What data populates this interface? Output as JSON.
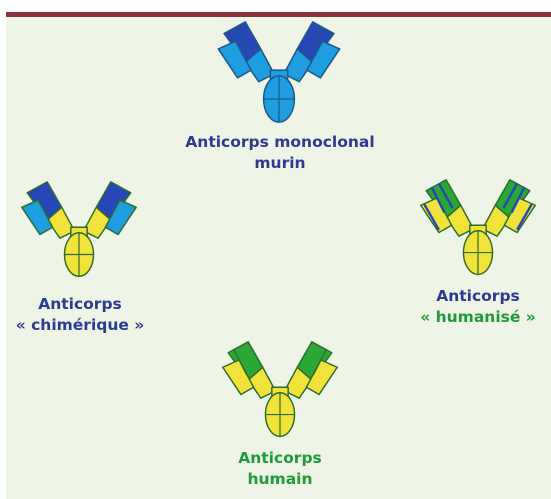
{
  "colors": {
    "navy": "#2c3a94",
    "green_text": "#1f9a3a",
    "bar": "#8b3343",
    "panel": "#eef5e6",
    "outline": "#2b6d2b",
    "mouse_light": "#1e9de0",
    "mouse_dark": "#2746b8",
    "human_yellow": "#f2e33a",
    "human_green": "#2aa836"
  },
  "antibodies": [
    {
      "id": "murin",
      "label_lines": [
        "Anticorps monoclonal",
        "murin"
      ],
      "label_colors": [
        "navy",
        "navy"
      ]
    },
    {
      "id": "chimerique",
      "label_lines": [
        "Anticorps",
        "« chimérique »"
      ],
      "label_colors": [
        "navy",
        "navy"
      ]
    },
    {
      "id": "humanise",
      "label_lines": [
        "Anticorps",
        "« humanisé »"
      ],
      "label_colors": [
        "navy",
        "green_text"
      ]
    },
    {
      "id": "humain",
      "label_lines": [
        "Anticorps",
        "humain"
      ],
      "label_colors": [
        "green_text",
        "green_text"
      ]
    }
  ]
}
